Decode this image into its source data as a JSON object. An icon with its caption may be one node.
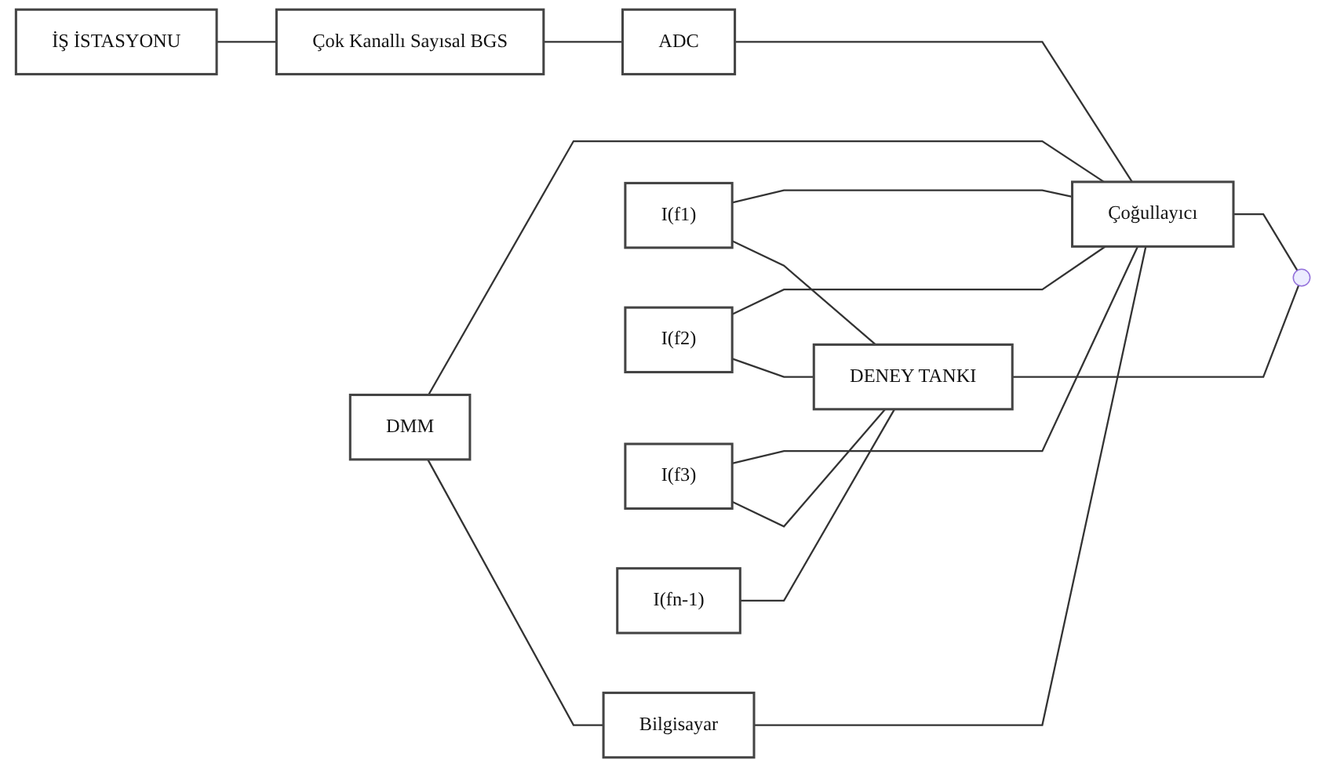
{
  "diagram": {
    "nodes": [
      {
        "text": [
          "İŞ İSTASYONU"
        ]
      },
      {
        "text": [
          "Çok Kanallı Sayısal BGS"
        ]
      },
      {
        "text": [
          "ADC"
        ]
      },
      {
        "text": [
          "DMM"
        ]
      },
      {
        "text": [
          "Bilgisayar"
        ]
      },
      {
        "text": [
          "I(f1)"
        ]
      },
      {
        "text": [
          "I(f2)"
        ]
      },
      {
        "text": [
          "I(f3)"
        ]
      },
      {
        "text": [
          "I(fn-1)"
        ]
      },
      {
        "text": [
          "DENEY TANKI"
        ]
      },
      {
        "text": [
          "Çoğullayıcı"
        ]
      },
      {
        "text": [],
        "shape": "ground"
      }
    ],
    "edges": [
      {
        "from": 0,
        "to": 1,
        "arrow": "none"
      },
      {
        "from": 1,
        "to": 2,
        "arrow": "none"
      },
      {
        "from": 3,
        "to": 4,
        "arrow": "none"
      },
      {
        "from": 2,
        "to": 10,
        "arrow": "none"
      },
      {
        "from": 3,
        "to": 10,
        "arrow": "none"
      },
      {
        "from": 4,
        "to": 10,
        "arrow": "none"
      },
      {
        "from": 5,
        "to": 9,
        "arrow": "none"
      },
      {
        "from": 5,
        "to": 10,
        "arrow": "none"
      },
      {
        "from": 6,
        "to": 9,
        "arrow": "none"
      },
      {
        "from": 6,
        "to": 10,
        "arrow": "none"
      },
      {
        "from": 7,
        "to": 9,
        "arrow": "none"
      },
      {
        "from": 7,
        "to": 10,
        "arrow": "none"
      },
      {
        "from": 8,
        "to": 9,
        "arrow": "none"
      },
      {
        "from": 9,
        "to": 11,
        "arrow": "none"
      },
      {
        "from": 10,
        "to": 11,
        "arrow": "none"
      }
    ]
  }
}
